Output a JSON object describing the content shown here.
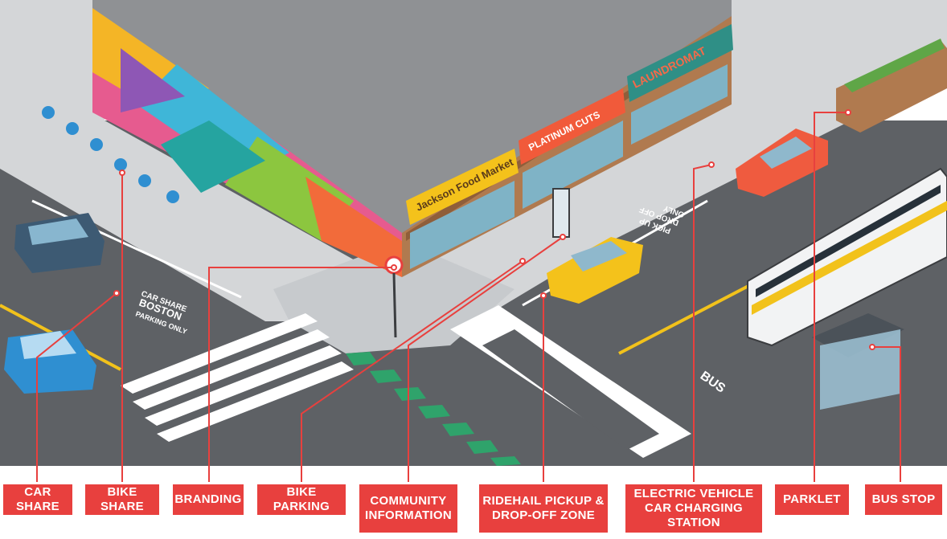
{
  "colors": {
    "label_bg": "#e8403e",
    "label_text": "#ffffff",
    "leader_line": "#e8403e",
    "road": "#5e6165",
    "sidewalk": "#d4d6d8",
    "building_roof": "#8f9194",
    "bike_lane_green": "#2fa36b",
    "bus_accent": "#f2c21b"
  },
  "storefronts": {
    "market": "Jackson Food Market",
    "barber": "PLATINUM CUTS",
    "laundromat": "LAUNDROMAT"
  },
  "road_markings": {
    "car_share_line1": "CAR SHARE",
    "car_share_line2": "BOSTON",
    "car_share_line3": "PARKING ONLY",
    "pickup_line1": "PICK UP",
    "pickup_line2": "DROP OFF",
    "pickup_line3": "ONLY",
    "bus_lane": "BUS"
  },
  "labels": [
    {
      "id": "car-share",
      "text": "CAR SHARE"
    },
    {
      "id": "bike-share",
      "text": "BIKE SHARE"
    },
    {
      "id": "branding",
      "text": "BRANDING"
    },
    {
      "id": "bike-parking",
      "text": "BIKE PARKING"
    },
    {
      "id": "community-information",
      "text": "COMMUNITY INFORMATION"
    },
    {
      "id": "ridehail",
      "text": "RIDEHAIL PICKUP & DROP-OFF ZONE"
    },
    {
      "id": "ev-charging",
      "text": "ELECTRIC VEHICLE CAR CHARGING STATION"
    },
    {
      "id": "parklet",
      "text": "PARKLET"
    },
    {
      "id": "bus-stop",
      "text": "BUS STOP"
    }
  ]
}
